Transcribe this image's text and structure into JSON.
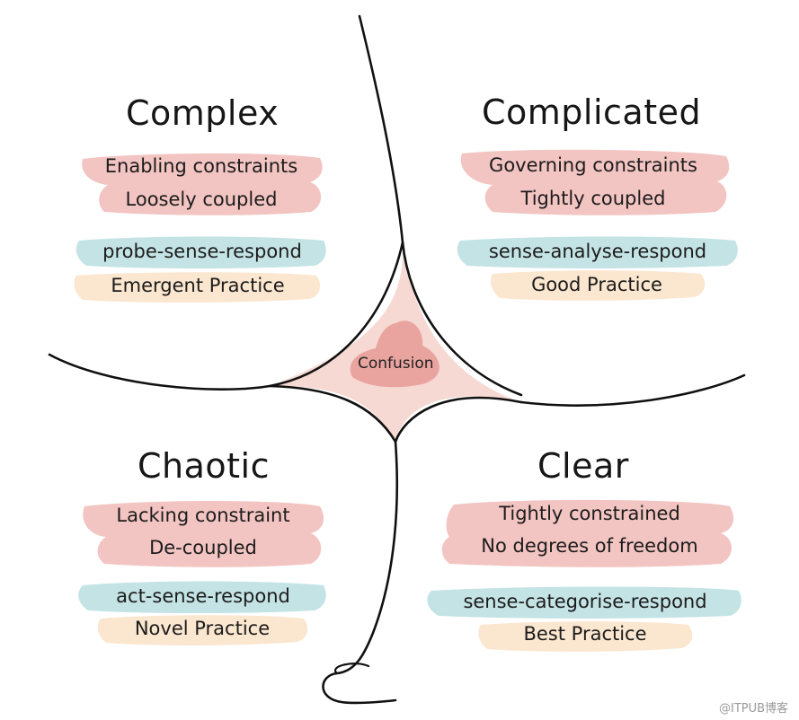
{
  "domains": {
    "complex": {
      "title": "Complex",
      "constraints": [
        "Enabling constraints",
        "Loosely coupled"
      ],
      "approach": "probe-sense-respond",
      "practice": "Emergent Practice"
    },
    "complicated": {
      "title": "Complicated",
      "constraints": [
        "Governing constraints",
        "Tightly coupled"
      ],
      "approach": "sense-analyse-respond",
      "practice": "Good Practice"
    },
    "chaotic": {
      "title": "Chaotic",
      "constraints": [
        "Lacking constraint",
        "De-coupled"
      ],
      "approach": "act-sense-respond",
      "practice": "Novel Practice"
    },
    "clear": {
      "title": "Clear",
      "constraints": [
        "Tightly constrained",
        "No degrees of freedom"
      ],
      "approach": "sense-categorise-respond",
      "practice": "Best Practice"
    }
  },
  "center": {
    "label": "Confusion"
  },
  "watermark": "@ITPUB博客",
  "colors": {
    "constraints_highlight": "#f2c4c2",
    "approach_highlight": "#c4e3e5",
    "practice_highlight": "#fbe6cf",
    "confusion_outer": "#f6d9d2",
    "confusion_inner": "#e89a96",
    "line": "#111111"
  }
}
